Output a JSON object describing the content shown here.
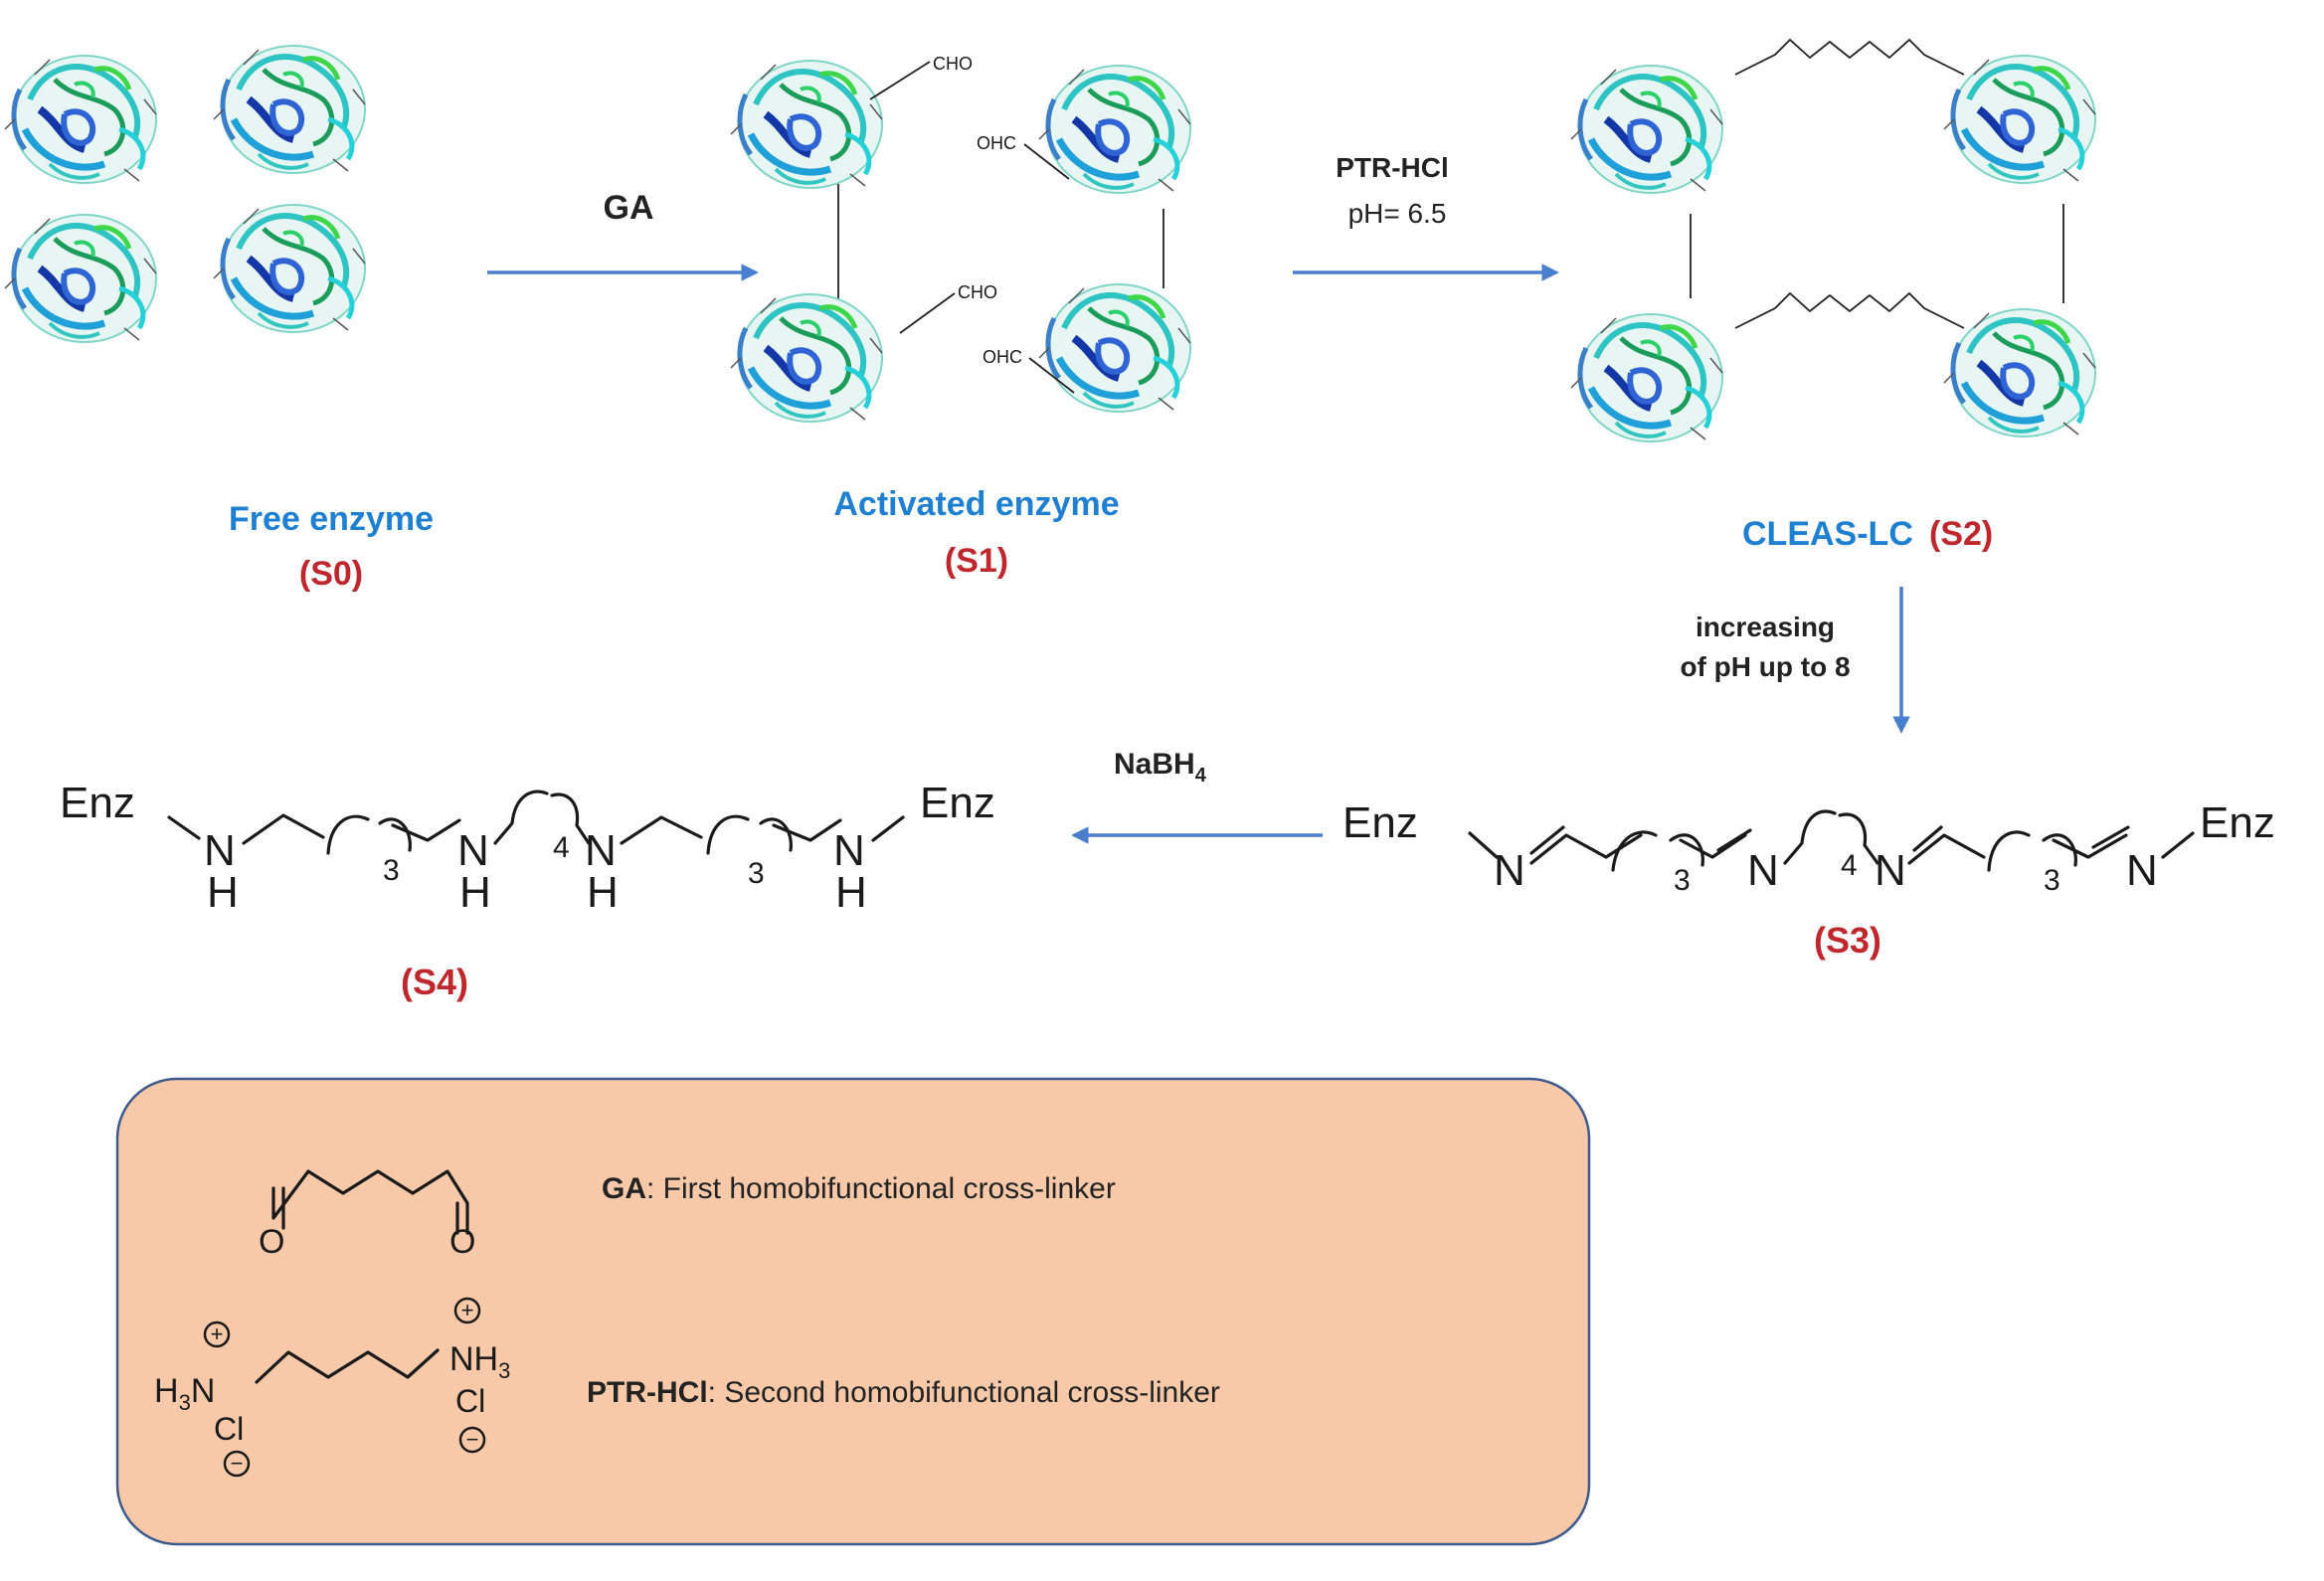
{
  "stages": {
    "s0": {
      "name": "Free enzyme",
      "code": "(S0)"
    },
    "s1": {
      "name": "Activated enzyme",
      "code": "(S1)"
    },
    "s2": {
      "name": "CLEAS-LC",
      "code": "(S2)"
    },
    "s3": {
      "code": "(S3)"
    },
    "s4": {
      "code": "(S4)"
    }
  },
  "arrows": {
    "a1": {
      "reagent": "GA"
    },
    "a2": {
      "reagent": "PTR-HCl",
      "condition": "pH= 6.5"
    },
    "a3": {
      "line1": "increasing",
      "line2": "of pH up to 8"
    },
    "a4": {
      "reagent_main": "NaBH",
      "reagent_sub": "4"
    }
  },
  "groups": {
    "cho": "CHO",
    "ohc": "OHC"
  },
  "chem": {
    "enz": "Enz",
    "n": "N",
    "h": "H",
    "three": "3",
    "four": "4",
    "o": "O",
    "h3n": "H",
    "h3n_sub": "3",
    "h3n_n": "N",
    "nh3_n": "NH",
    "nh3_sub": "3",
    "cl": "Cl",
    "plus": "+",
    "minus": "−"
  },
  "legend": {
    "ga_label": "GA",
    "ga_text": ": First homobifunctional  cross-linker",
    "ptr_label": "PTR-HCl",
    "ptr_text": ": Second homobifunctional  cross-linker",
    "fill": "#f7c9a9",
    "border": "#3c5a8c"
  },
  "colors": {
    "stage_blue": "#1f7fd0",
    "code_red": "#c0272d",
    "arrow": "#4a7fcf"
  }
}
